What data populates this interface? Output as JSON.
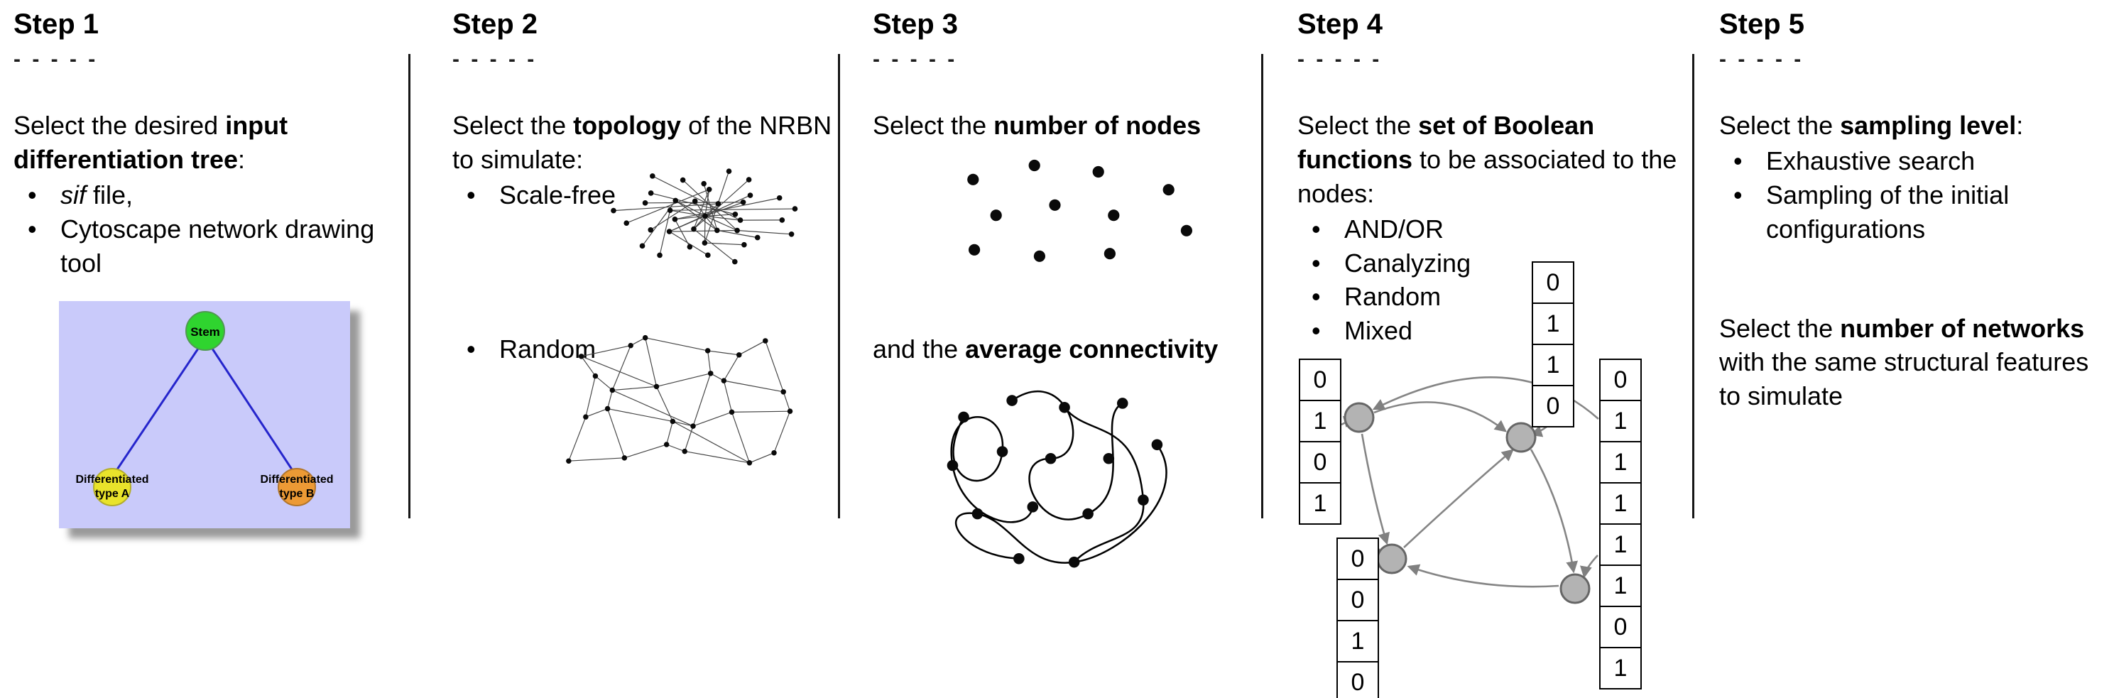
{
  "step1": {
    "title": "Step 1",
    "dashes": "- - - - -",
    "intro": {
      "pre": "Select the desired ",
      "bold": "input differentiation tree",
      "post": ":"
    },
    "bullet1": {
      "italic": "sif",
      "rest": " file,"
    },
    "bullet2": "Cytoscape network drawing tool",
    "tree": {
      "root": "Stem",
      "child_a_line1": "Differentiated",
      "child_a_line2": "type A",
      "child_b_line1": "Differentiated",
      "child_b_line2": "type B",
      "colors": {
        "background": "#c9cafa",
        "root": "#2fd42f",
        "child_a": "#e9e32b",
        "child_b": "#ec9a35",
        "edge": "#2525cc"
      }
    }
  },
  "step2": {
    "title": "Step 2",
    "dashes": "- - - - -",
    "intro": {
      "pre": "Select the ",
      "bold": "topology",
      "post": " of the NRBN to simulate:"
    },
    "bullet1": "Scale-free",
    "bullet2": "Random"
  },
  "step3": {
    "title": "Step 3",
    "dashes": "- - - - -",
    "intro": {
      "pre": "Select the ",
      "bold": "number of nodes",
      "post": ""
    },
    "connectivity": {
      "pre": "and the ",
      "bold": "average connectivity",
      "post": ""
    }
  },
  "step4": {
    "title": "Step 4",
    "dashes": "- - - - -",
    "intro": {
      "pre": "Select the ",
      "bold": "set of Boolean functions",
      "post": " to be associated to the nodes:"
    },
    "bullets": [
      "AND/OR",
      "Canalyzing",
      "Random",
      "Mixed"
    ],
    "truth_tables": {
      "left": [
        "0",
        "1",
        "0",
        "1"
      ],
      "bottom_left": [
        "0",
        "0",
        "1",
        "0"
      ],
      "top": [
        "0",
        "1",
        "1",
        "0"
      ],
      "right": [
        "0",
        "1",
        "1",
        "1",
        "1",
        "1",
        "0",
        "1"
      ]
    }
  },
  "step5": {
    "title": "Step 5",
    "dashes": "- - - - -",
    "intro": {
      "pre": "Select the ",
      "bold": "sampling level",
      "post": ":"
    },
    "bullets": [
      "Exhaustive search",
      "Sampling of the initial configurations"
    ],
    "networks": {
      "pre": "Select the ",
      "bold": "number of networks",
      "post": " with the same structural features to simulate"
    }
  }
}
